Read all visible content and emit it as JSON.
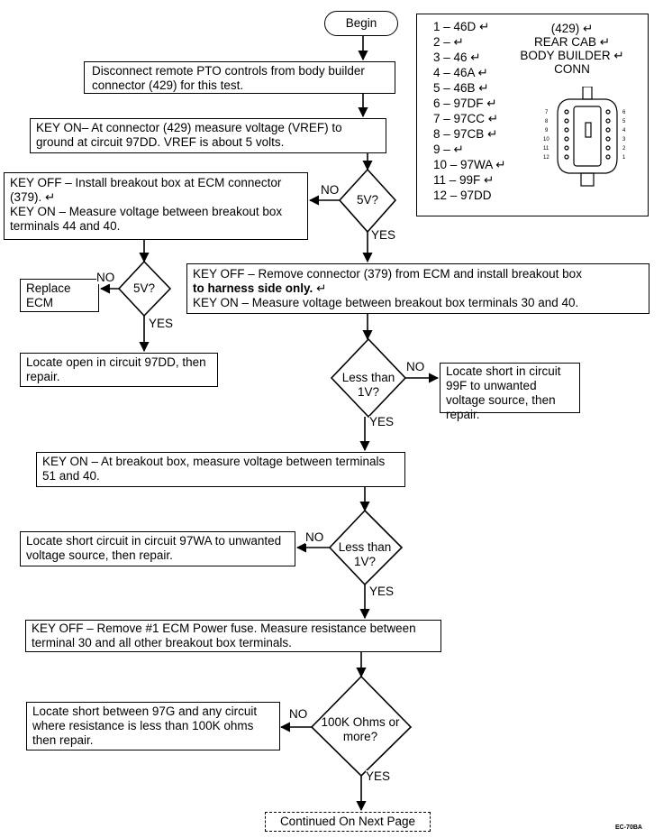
{
  "begin": "Begin",
  "steps": {
    "s1": "Disconnect remote PTO controls from body builder connector (429) for this test.",
    "s2": "KEY ON– At connector (429) measure voltage (VREF) to ground at circuit 97DD. VREF is about 5 volts.",
    "s3a": "KEY OFF – Install breakout box at ECM connector (379).",
    "s3b": "KEY ON – Measure voltage between breakout box terminals 44 and 40.",
    "s4a": "KEY OFF – Remove connector (379) from ECM and install breakout box",
    "s4b": "to harness side only.",
    "s4c": "KEY ON – Measure voltage between breakout box terminals 30 and 40.",
    "replace": "Replace ECM",
    "open": "Locate open in circuit 97DD, then repair.",
    "short99f": "Locate short in circuit 99F to unwanted voltage source, then repair.",
    "s5": "KEY ON – At breakout box, measure voltage between terminals 51 and 40.",
    "short97wa": "Locate short circuit in circuit 97WA to unwanted voltage source, then repair.",
    "s6": "KEY OFF – Remove #1 ECM Power fuse. Measure resistance between terminal 30 and all other breakout box terminals.",
    "short97g": "Locate short between 97G and any circuit where resistance is less than 100K ohms then repair."
  },
  "decisions": {
    "d1": "5V?",
    "d2": "5V?",
    "d3": "Less than 1V?",
    "d4": "Less than 1V?",
    "d5": "100K Ohms or more?"
  },
  "labels": {
    "no": "NO",
    "yes": "YES"
  },
  "continued": "Continued On Next Page",
  "legend": {
    "pins": [
      "1 – 46D",
      "2 –",
      "3 – 46",
      "4 – 46A",
      "5 – 46B",
      "6 – 97DF",
      "7 – 97CC",
      "8 – 97CB",
      "9 –",
      "10 – 97WA",
      "11 – 99F",
      "12 – 97DD"
    ],
    "connector_ref": "(429)",
    "connector_name1": "REAR CAB",
    "connector_name2": "BODY BUILDER",
    "connector_name3": "CONN",
    "left_pins": [
      "7",
      "8",
      "9",
      "10",
      "11",
      "12"
    ],
    "right_pins": [
      "6",
      "5",
      "4",
      "3",
      "2",
      "1"
    ]
  },
  "figure_code": "EC-70BA"
}
